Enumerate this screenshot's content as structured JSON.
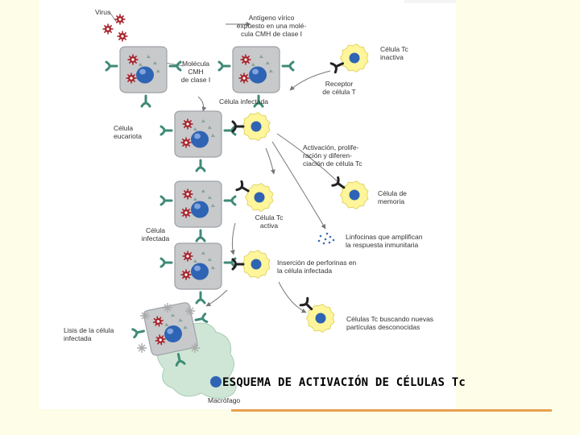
{
  "colors": {
    "slide_bg": "#fdfde8",
    "cell_gray": "#c7c9cb",
    "nucleus_blue": "#2f63b3",
    "tcell_yellow": "#fff59a",
    "receptor_green": "#3f8a77",
    "virus_red": "#a8232b",
    "arrow_gray": "#777777",
    "macrophage_green": "#cfe6d6",
    "accent_orange": "#e8a04c"
  },
  "labels": {
    "virus": "Virus",
    "antigen": "Antígeno vírico\nexpuesto en una molé-\ncula CMH de clase I",
    "mhc": "Molécula\nCMH\nde clase I",
    "infected_cell_top": "Célula infectada",
    "tc_inactive": "Célula Tc\ninactiva",
    "tcr": "Receptor\nde célula T",
    "eukaryotic": "Célula\neucariota",
    "activation": "Activación, prolife-\nración y diferen-\nciación de célula Tc",
    "memory": "Célula de\nmemoria",
    "infected_cell": "Célula\ninfectada",
    "tc_active": "Célula Tc\nactiva",
    "lymphokines": "Linfocinas que amplifican\nla respuesta inmunitaria",
    "perforin": "Inserción de perforinas en\nla célula infectada",
    "lysis": "Lisis de la célula\ninfectada",
    "tc_searching": "Células Tc buscando nuevas\npartículas desconocidas",
    "macrophage": "Macrófago"
  },
  "caption": "ESQUEMA DE ACTIVACIÓN DE CÉLULAS Tc"
}
